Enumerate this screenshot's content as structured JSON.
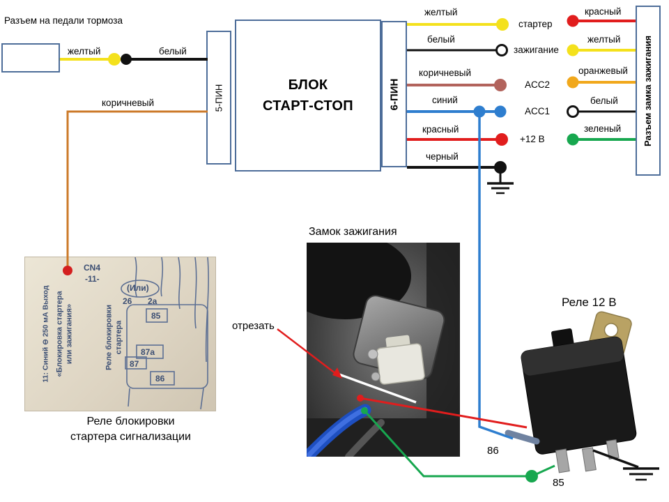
{
  "colors": {
    "box_border": "#4d6d99",
    "wire_yellow": "#f4e11c",
    "wire_white_ring": "#111111",
    "wire_brown": "#b2635c",
    "wire_blue": "#2e7ecf",
    "wire_red": "#e11d1d",
    "wire_black": "#111111",
    "wire_orange": "#f1a81c",
    "wire_green": "#17a74f",
    "wire_brown_pedal": "#cc7a29"
  },
  "pedal": {
    "label": "Разъем на педали тормоза",
    "yellow": "желтый",
    "white": "белый",
    "brown": "коричневый"
  },
  "block": {
    "line1": "БЛОК",
    "line2": "СТАРТ-СТОП",
    "pin5": "5-ПИН",
    "pin6": "6-ПИН"
  },
  "outputs": {
    "starter": {
      "wire": "желтый",
      "name": "стартер"
    },
    "ignition": {
      "wire": "белый",
      "name": "зажигание"
    },
    "acc2": {
      "wire": "коричневый",
      "name": "ACC2"
    },
    "acc1": {
      "wire": "синий",
      "name": "ACC1"
    },
    "plus12": {
      "wire": "красный",
      "name": "+12 В"
    },
    "ground": {
      "wire": "черный"
    }
  },
  "lock": {
    "label": "Разъем замка зажигания",
    "red": "красный",
    "yellow": "желтый",
    "orange": "оранжевый",
    "white": "белый",
    "green": "зеленый"
  },
  "alarm": {
    "cn4": "CN4",
    "pin": "-11-",
    "or_label": "(Или)",
    "c26": "26",
    "c2a": "2а",
    "c85": "85",
    "c87a": "87а",
    "c87": "87",
    "c86": "86",
    "relay1": "Реле блокировки",
    "relay2": "стартера",
    "block1": "«Блокировка стартера",
    "block2": "или зажигания»",
    "out": "11: Синий ⊖ 250 мА Выход",
    "cap1": "Реле блокировки",
    "cap2": "стартера сигнализации"
  },
  "lockphoto": {
    "title": "Замок зажигания",
    "cut": "отрезать"
  },
  "relay": {
    "title": "Реле 12 В",
    "p86": "86",
    "p85": "85"
  }
}
